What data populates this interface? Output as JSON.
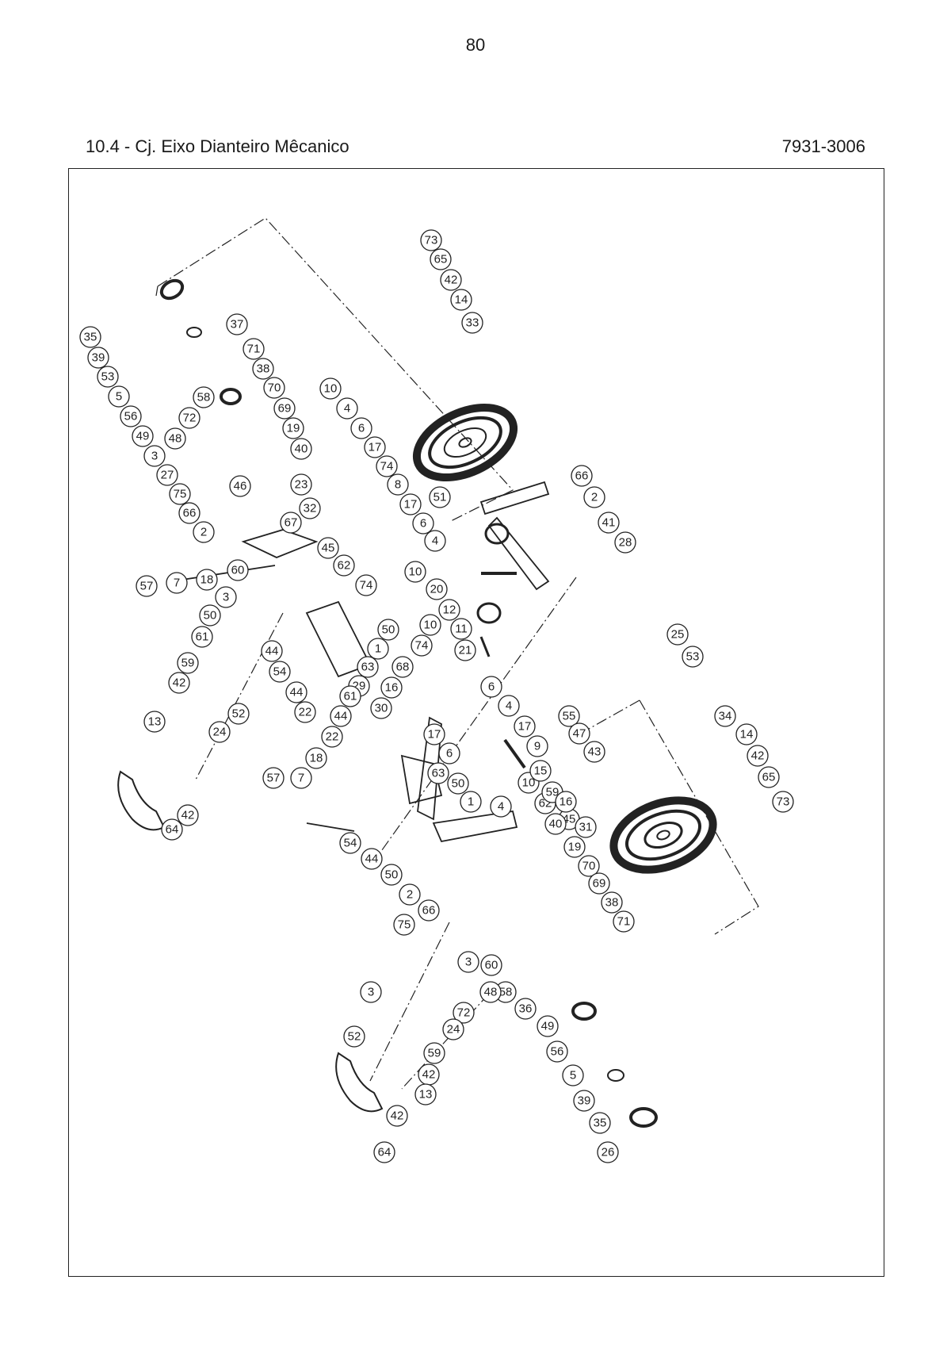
{
  "page_number": "80",
  "section_title": "10.4 - Cj. Eixo Dianteiro Mêcanico",
  "part_code": "7931-3006",
  "callouts": [
    "35",
    "39",
    "53",
    "5",
    "56",
    "49",
    "48",
    "3",
    "27",
    "75",
    "66",
    "2",
    "57",
    "7",
    "18",
    "60",
    "3",
    "50",
    "61",
    "72",
    "58",
    "37",
    "71",
    "38",
    "70",
    "69",
    "19",
    "40",
    "23",
    "46",
    "32",
    "67",
    "45",
    "62",
    "74",
    "10",
    "4",
    "6",
    "17",
    "74",
    "8",
    "17",
    "6",
    "4",
    "10",
    "20",
    "12",
    "11",
    "21",
    "50",
    "1",
    "63",
    "29",
    "44",
    "54",
    "44",
    "22",
    "59",
    "42",
    "52",
    "24",
    "13",
    "42",
    "64",
    "73",
    "65",
    "42",
    "14",
    "33",
    "51",
    "66",
    "2",
    "41",
    "28",
    "25",
    "53",
    "55",
    "47",
    "43",
    "34",
    "14",
    "42",
    "65",
    "73",
    "10",
    "74",
    "68",
    "16",
    "30",
    "61",
    "44",
    "22",
    "18",
    "57",
    "7",
    "17",
    "6",
    "63",
    "50",
    "1",
    "4",
    "10",
    "62",
    "45",
    "31",
    "6",
    "4",
    "17",
    "9",
    "15",
    "59",
    "16",
    "40",
    "19",
    "70",
    "69",
    "38",
    "71",
    "54",
    "44",
    "50",
    "2",
    "66",
    "75",
    "3",
    "60",
    "58",
    "36",
    "49",
    "56",
    "5",
    "39",
    "35",
    "26",
    "3",
    "48",
    "72",
    "24",
    "52",
    "59",
    "42",
    "13",
    "42",
    "64"
  ],
  "colors": {
    "line": "#222222",
    "frame": "#222222",
    "background": "#ffffff"
  }
}
